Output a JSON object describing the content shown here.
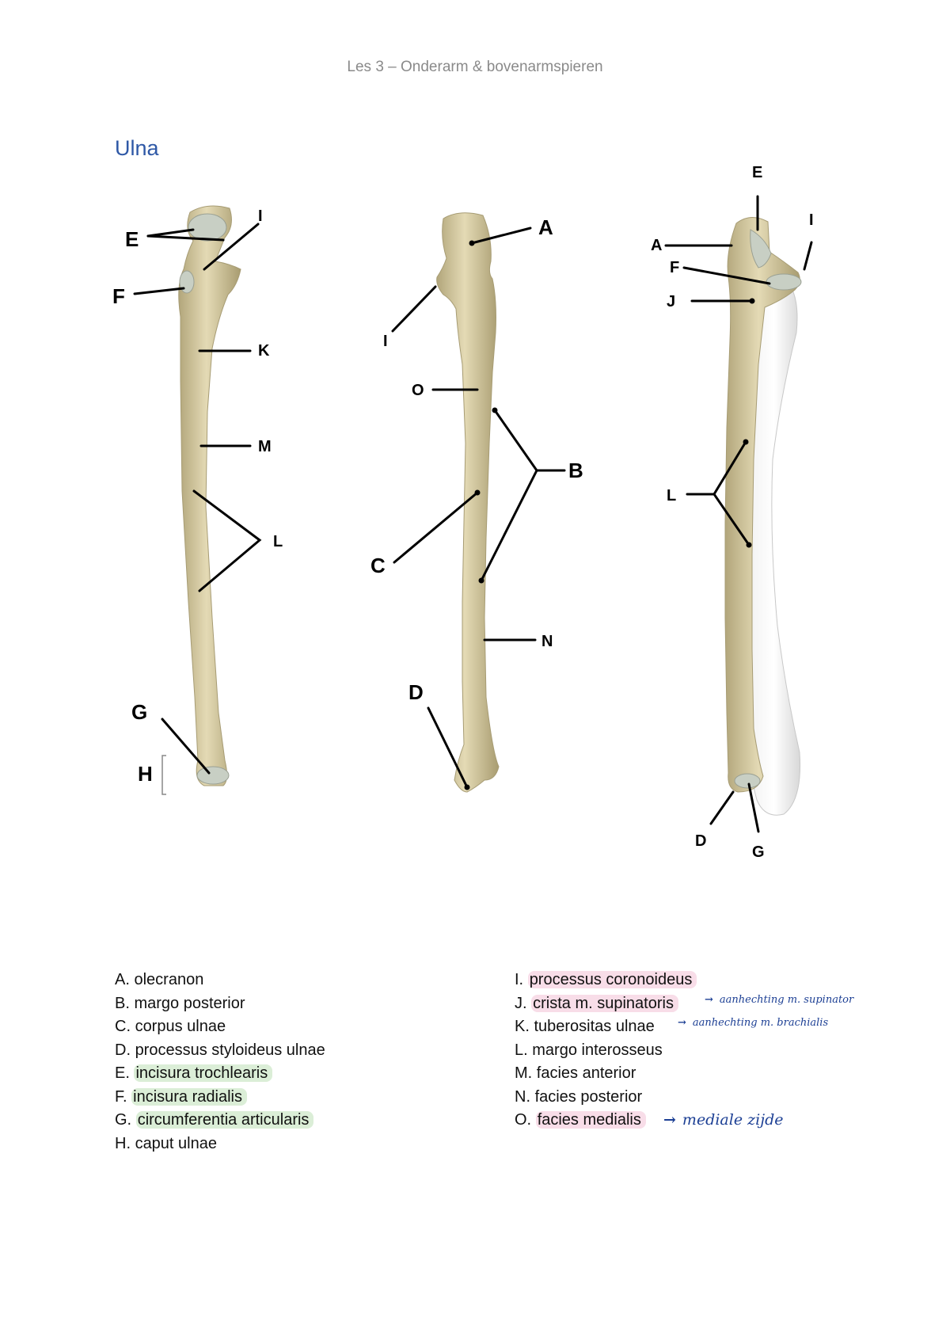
{
  "header": {
    "title": "Les 3 – Onderarm & bovenarmspieren"
  },
  "section": {
    "title": "Ulna"
  },
  "figure": {
    "view1": {
      "E": "E",
      "I": "I",
      "F": "F",
      "K": "K",
      "M": "M",
      "L": "L",
      "G": "G",
      "H": "H"
    },
    "view2": {
      "A": "A",
      "I": "I",
      "O": "O",
      "B": "B",
      "C": "C",
      "N": "N",
      "D": "D"
    },
    "view3": {
      "E": "E",
      "I": "I",
      "A": "A",
      "F": "F",
      "J": "J",
      "L": "L",
      "D": "D",
      "G": "G"
    }
  },
  "legend": {
    "left": [
      {
        "letter": "A.",
        "term": "olecranon"
      },
      {
        "letter": "B.",
        "term": "margo posterior"
      },
      {
        "letter": "C.",
        "term": "corpus ulnae"
      },
      {
        "letter": "D.",
        "term": "processus styloideus ulnae"
      },
      {
        "letter": "E.",
        "term": "incisura trochlearis"
      },
      {
        "letter": "F.",
        "term": "incisura radialis"
      },
      {
        "letter": "G.",
        "term": "circumferentia articularis"
      },
      {
        "letter": "H.",
        "term": "caput ulnae"
      }
    ],
    "right": [
      {
        "letter": "I.",
        "term": "processus coronoideus"
      },
      {
        "letter": "J.",
        "term": "crista m. supinatoris"
      },
      {
        "letter": "K.",
        "term": "tuberositas ulnae"
      },
      {
        "letter": "L.",
        "term": "margo interosseus"
      },
      {
        "letter": "M.",
        "term": "facies anterior"
      },
      {
        "letter": "N.",
        "term": "facies posterior"
      },
      {
        "letter": "O.",
        "term": "facies medialis"
      }
    ]
  },
  "notes": {
    "arrow": "→",
    "j": "aanhechting m. supinator",
    "k": "aanhechting m. brachialis",
    "o": "mediale zijde"
  },
  "colors": {
    "heading_blue": "#2e58a6",
    "bone": "#d8cda2",
    "highlight_green": "#dbeed7",
    "highlight_pink": "#f8dde8",
    "handwriting_blue": "#1c3f94"
  }
}
